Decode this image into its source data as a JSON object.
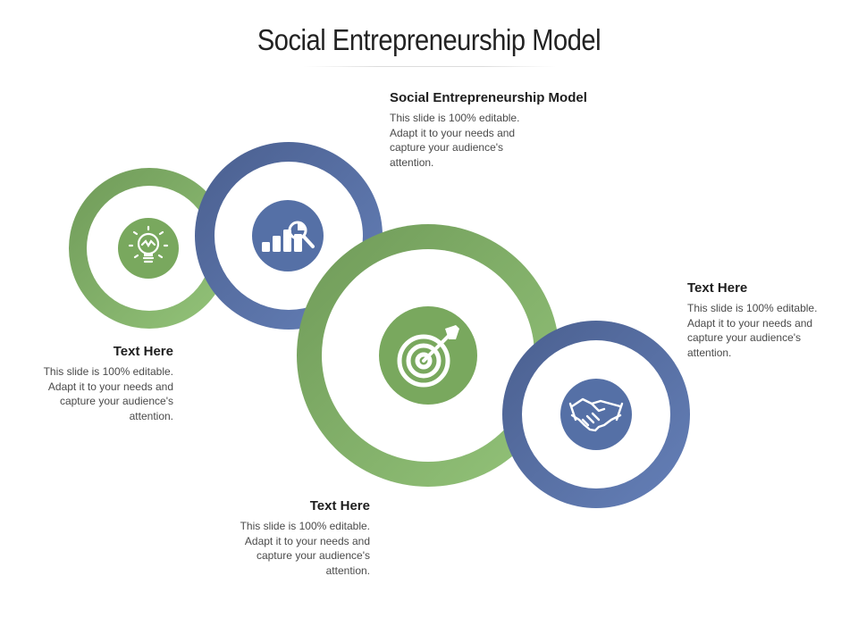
{
  "page": {
    "title": "Social Entrepreneurship Model"
  },
  "colors": {
    "green_light": "#94c47a",
    "green_dark": "#6f9a58",
    "blue_light": "#6580b8",
    "blue_dark": "#4a5f8f",
    "icon_green": "#79a85e",
    "icon_blue": "#5570a6"
  },
  "circles": [
    {
      "id": "circle-1",
      "color": "green",
      "icon": "lightbulb-icon"
    },
    {
      "id": "circle-2",
      "color": "blue",
      "icon": "bar-chart-magnifier-icon"
    },
    {
      "id": "circle-3",
      "color": "green",
      "icon": "target-arrow-icon"
    },
    {
      "id": "circle-4",
      "color": "blue",
      "icon": "handshake-icon"
    }
  ],
  "blocks": {
    "top": {
      "heading": "Social Entrepreneurship Model",
      "body": "This slide is 100% editable. Adapt it to your needs and capture your audience's attention."
    },
    "left": {
      "heading": "Text Here",
      "body": "This slide is 100% editable. Adapt it to your needs and capture your audience's attention."
    },
    "bottom": {
      "heading": "Text Here",
      "body": "This slide is 100% editable. Adapt it to your needs and capture your audience's attention."
    },
    "right": {
      "heading": "Text Here",
      "body": "This slide is 100% editable. Adapt it to your needs and capture your audience's attention."
    }
  }
}
